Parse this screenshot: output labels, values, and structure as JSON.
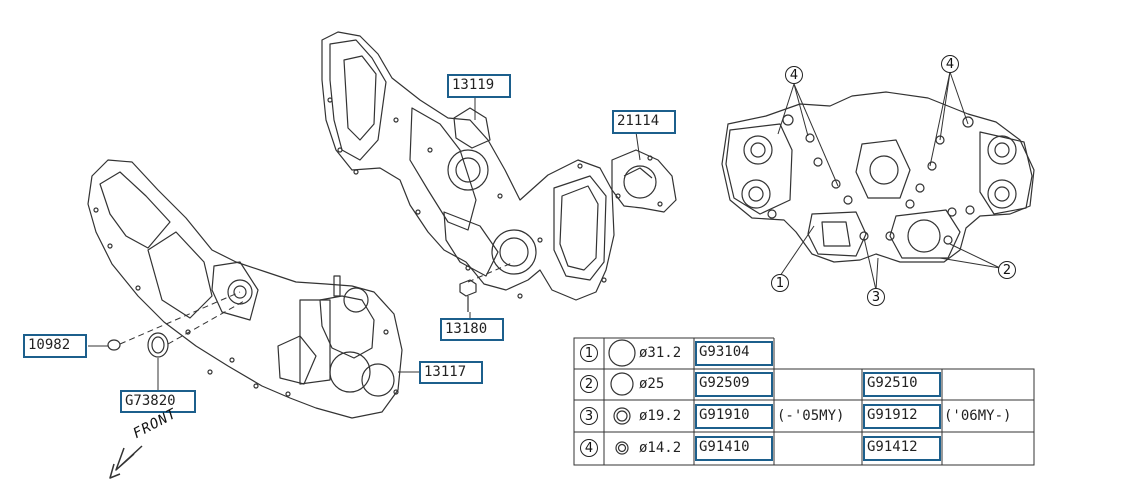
{
  "callouts": {
    "p13119": "13119",
    "p21114": "21114",
    "p13180": "13180",
    "p10982": "10982",
    "p13117": "13117",
    "pG73820": "G73820"
  },
  "front_label": "FRONT",
  "circle_labels": {
    "c1": "1",
    "c2": "2",
    "c3": "3",
    "c4a": "4",
    "c4b": "4"
  },
  "oring_table": {
    "rows": [
      {
        "index": "1",
        "size": "ø31.2",
        "part_a": "G93104",
        "note_a": "",
        "part_b": "",
        "note_b": ""
      },
      {
        "index": "2",
        "size": "ø25",
        "part_a": "G92509",
        "note_a": "",
        "part_b": "G92510",
        "note_b": ""
      },
      {
        "index": "3",
        "size": "ø19.2",
        "part_a": "G91910",
        "note_a": "(-'05MY)",
        "part_b": "G91912",
        "note_b": "('06MY-)"
      },
      {
        "index": "4",
        "size": "ø14.2",
        "part_a": "G91410",
        "note_a": "",
        "part_b": "G91412",
        "note_b": ""
      }
    ]
  }
}
